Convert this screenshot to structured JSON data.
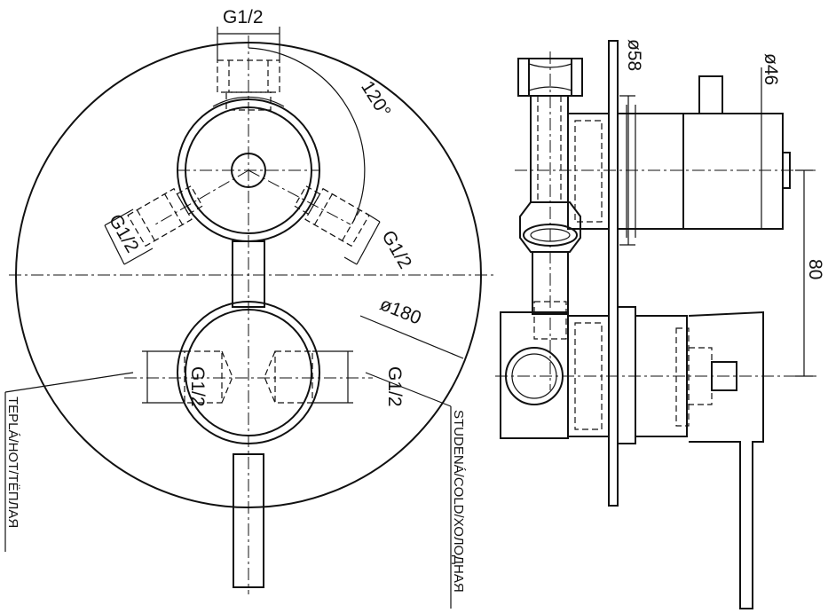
{
  "front_view": {
    "top_thread": "G1/2",
    "angle": "120°",
    "left_thread": "G1/2",
    "right_thread": "G1/2",
    "diameter": "ø180",
    "lower_left_thread": "G1/2",
    "lower_right_thread": "G1/2",
    "hot_label": "TEPLÁ/HOT/ТЁПЛАЯ",
    "cold_label": "STUDENÁ/COLD/ХОЛОДНАЯ"
  },
  "side_view": {
    "diameter_1": "ø58",
    "diameter_2": "ø46",
    "distance": "80"
  }
}
